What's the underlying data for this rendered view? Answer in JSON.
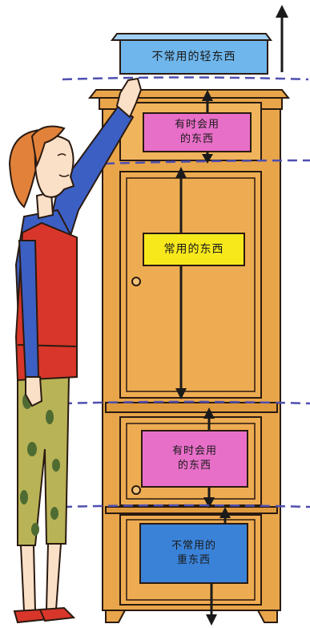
{
  "labels": {
    "top_box": "不常用的轻东西",
    "upper_cabinet": "有时会用\n的东西",
    "main_cabinet": "常用的东西",
    "lower_cabinet": "有时会用\n的东西",
    "bottom_cabinet": "不常用的\n重东西"
  },
  "colors": {
    "wood": "#e8a54a",
    "wood_dark": "#c97d2a",
    "pink": "#e76fc8",
    "yellow": "#f7e81c",
    "blue": "#3a82d8",
    "light_blue": "#6fb6ec",
    "dash": "#4f4fb0",
    "sweater": "#3c5fc4",
    "vest": "#d8362a",
    "pants": "#b9b357"
  }
}
